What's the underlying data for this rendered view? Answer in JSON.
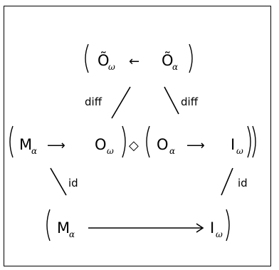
{
  "diagram": {
    "top": {
      "left_symbol": "Õ",
      "left_subscript": "ω",
      "right_symbol": "Õ",
      "right_subscript": "α",
      "arrow": "←"
    },
    "middle_left": {
      "left_symbol": "M",
      "left_subscript": "α",
      "right_symbol": "O",
      "right_subscript": "ω",
      "arrow": "⟶"
    },
    "middle_operator": "◇",
    "middle_right": {
      "left_symbol": "O",
      "left_subscript": "α",
      "right_symbol": "I",
      "right_subscript": "ω",
      "arrow": "⟶"
    },
    "bottom": {
      "left_symbol": "M",
      "left_subscript": "α",
      "right_symbol": "I",
      "right_subscript": "ω"
    },
    "edges": {
      "upper_left_label": "diff",
      "upper_right_label": "diff",
      "lower_left_label": "id",
      "lower_right_label": "id"
    }
  }
}
